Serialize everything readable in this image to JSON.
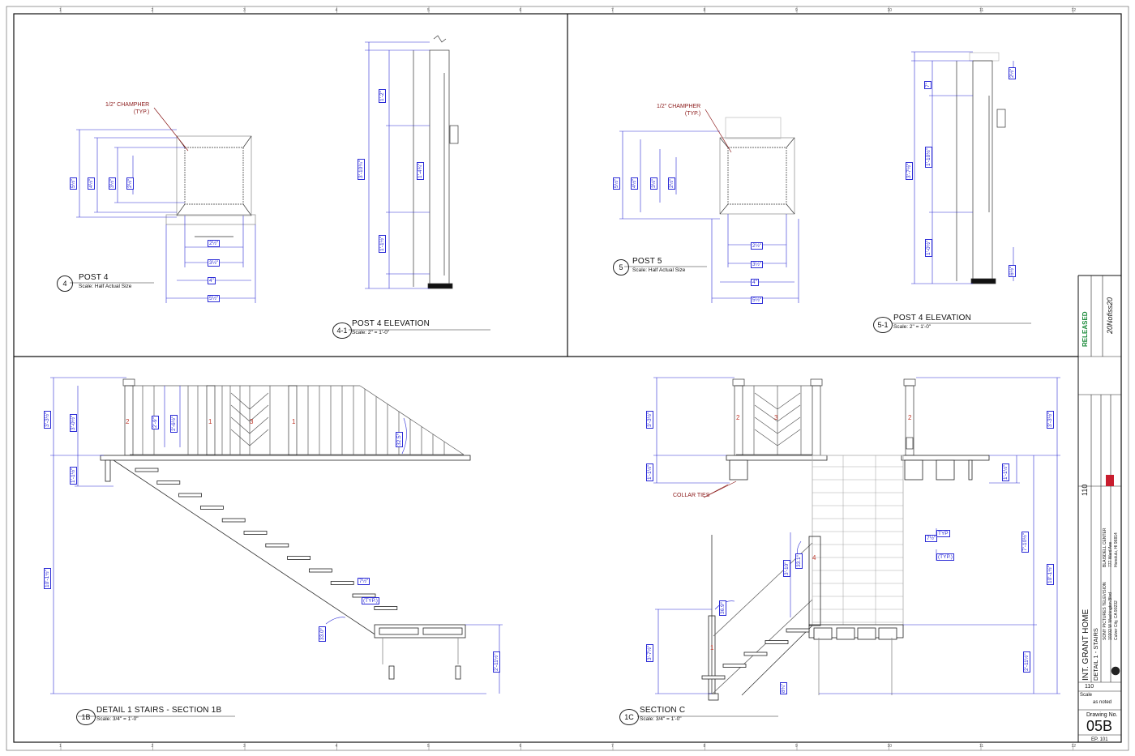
{
  "grid": {
    "columns": [
      "1",
      "2",
      "3",
      "4",
      "5",
      "6",
      "7",
      "8",
      "9",
      "10",
      "11",
      "12"
    ]
  },
  "details": {
    "post4": {
      "number": "4",
      "title": "POST 4",
      "scale": "Scale: Half Actual Size",
      "note1": "1/2\" CHAMPHER",
      "note2": "(TYP.)"
    },
    "post4_elev": {
      "number": "4-1",
      "title": "POST 4 ELEVATION",
      "scale": "Scale: 2\" = 1'-0\""
    },
    "post5": {
      "number": "5",
      "title": "POST 5",
      "scale": "Scale: Half Actual Size",
      "note1": "1/2\" CHAMPHER",
      "note2": "(TYP.)"
    },
    "post5_elev": {
      "number": "5-1",
      "title": "POST 4 ELEVATION",
      "scale": "Scale: 2\" = 1'-0\""
    },
    "section1b": {
      "number": "1B",
      "title": "DETAIL 1 STAIRS - SECTION 1B",
      "scale": "Scale: 3/4\" = 1'-0\""
    },
    "section1c": {
      "number": "1C",
      "title": "SECTION C",
      "scale": "Scale: 3/4\" = 1'-0\"",
      "callout": "COLLAR TIES"
    }
  },
  "dims": {
    "p4": [
      "5½\"",
      "4½\"",
      "3½\"",
      "2½\"",
      "2½\"",
      "3½\"",
      "4\"",
      "5½\""
    ],
    "p4e": [
      "1'-2\"",
      "3'-10¾\"",
      "1'-1½\"",
      "1'-4¾\""
    ],
    "p5": [
      "5½\"",
      "4½\"",
      "3½\"",
      "2½\"",
      "2½\"",
      "3½\"",
      "4\"",
      "5½\""
    ],
    "p5e": [
      "7\"",
      "3'-7½\"",
      "1'-10½\"",
      "1'-0½\"",
      "2½\"",
      "6½\""
    ],
    "s1b": [
      "3'-3½\"",
      "3'-0½\"",
      "2'-9\"",
      "2'-6½\"",
      "1'-1½\"",
      "10'-1½\"",
      "33.0°",
      "32.5°",
      "7½\"",
      "(TYP.)",
      "2'-11½\""
    ],
    "s1c": [
      "3'-3½\"",
      "3'-3½\"",
      "1'-1½\"",
      "1'-1½\"",
      "3'-10\"",
      "3'-7½\"",
      "7'-10½\"",
      "10'-1½\"",
      "2'-11½\"",
      "33.1°",
      "36.9°",
      "7½\"",
      "(TYP.)",
      "8¾\"",
      "TYP"
    ]
  },
  "posts1b": [
    "2",
    "1",
    "3",
    "1"
  ],
  "posts1c": [
    "2",
    "3",
    "2",
    "4",
    "1"
  ],
  "titleblock": {
    "status": "RELEASED",
    "project": "INT. GRANT HOME",
    "sheet_desc": "DETAIL 1 - STAIRS",
    "set": "110",
    "scale_label": "Scale",
    "scale_value": "as noted",
    "drawing_no_label": "Drawing No.",
    "drawing_no": "05B",
    "ep": "EP. 101",
    "company1": "BLAISDELL CENTER",
    "company2": "777 Ward Ave",
    "company3": "Honolulu, HI 96814",
    "company4": "SONY PICTURES TELEVISION",
    "company5": "10202 W Washington Blvd",
    "company6": "Culver City, CA 90232",
    "signature": "20Nofiss20"
  },
  "colors": {
    "dim": "#2b2bd6",
    "note": "#8b1a1a",
    "line": "#111111",
    "faint": "#8a8a8a",
    "released": "#1b8a3a"
  }
}
